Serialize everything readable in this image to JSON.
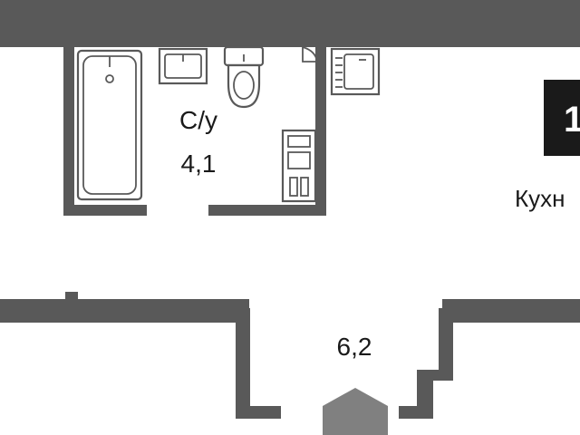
{
  "plan": {
    "bathroom": {
      "name": "С/у",
      "area": "4,1"
    },
    "hallway": {
      "area": "6,2"
    },
    "kitchen": {
      "name_partial": "Кухн"
    },
    "room_badge": {
      "number": "1"
    },
    "colors": {
      "wall": "#595959",
      "badge": "#1a1a1a",
      "text": "#1a1a1a",
      "background": "#ffffff"
    }
  }
}
